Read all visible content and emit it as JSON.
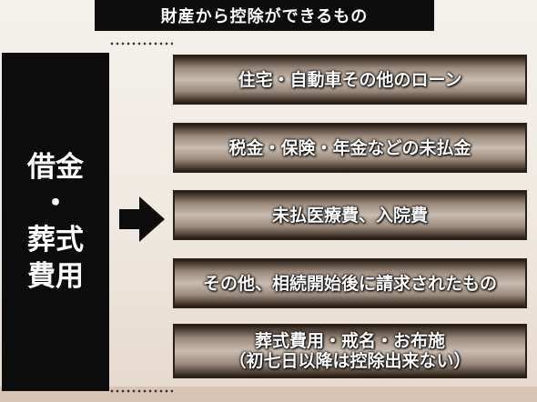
{
  "title": "財産から控除ができるもの",
  "left_label": {
    "line1": "借金",
    "line2": "・",
    "line3": "葬式",
    "line4": "費用"
  },
  "items": [
    {
      "text": "住宅・自動車その他のローン"
    },
    {
      "text": "税金・保険・年金などの未払金"
    },
    {
      "text": "未払医療費、入院費"
    },
    {
      "text": "その他、相続開始後に請求されたもの"
    },
    {
      "line1": "葬式費用・戒名・お布施",
      "line2": "（初七日以降は控除出来ない）"
    }
  ],
  "colors": {
    "dark": "#0c0c0c",
    "item_edge": "#2a1e14",
    "item_center": "#c9bcb0"
  },
  "icons": {
    "arrow": "right-arrow-icon"
  }
}
